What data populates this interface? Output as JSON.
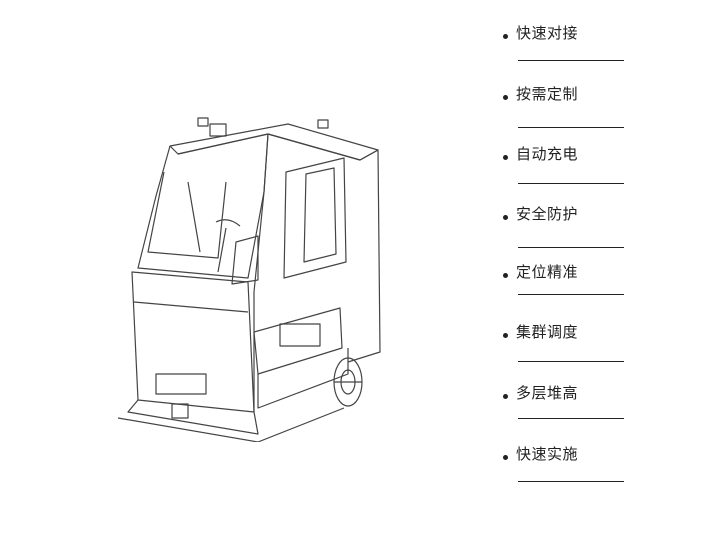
{
  "features": [
    {
      "label": "快速对接"
    },
    {
      "label": "按需定制"
    },
    {
      "label": "自动充电"
    },
    {
      "label": "安全防护"
    },
    {
      "label": "定位精准"
    },
    {
      "label": "集群调度"
    },
    {
      "label": "多层堆高"
    },
    {
      "label": "快速实施"
    }
  ],
  "colors": {
    "text": "#222222",
    "sketch": "#444444",
    "background": "#ffffff"
  }
}
